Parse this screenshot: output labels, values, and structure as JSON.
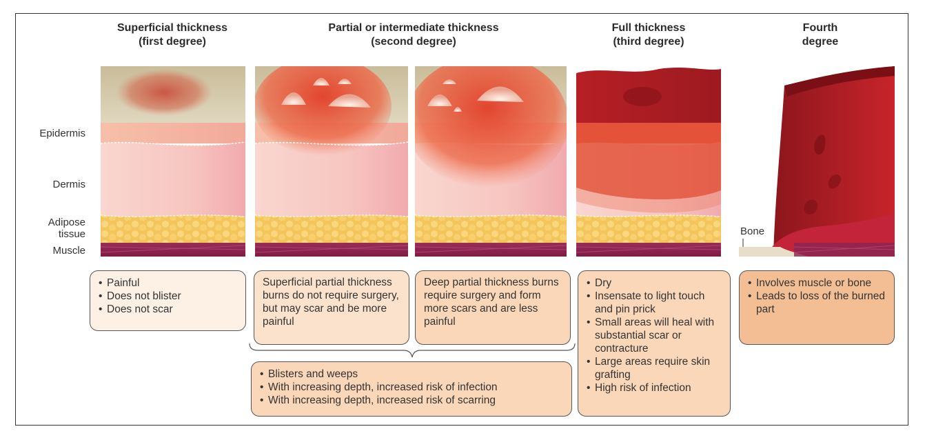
{
  "titles": {
    "superficial": [
      "Superficial thickness",
      "(first degree)"
    ],
    "partial": [
      "Partial or intermediate thickness",
      "(second degree)"
    ],
    "full": [
      "Full thickness",
      "(third degree)"
    ],
    "fourth": [
      "Fourth",
      "degree"
    ]
  },
  "layers": {
    "epidermis": "Epidermis",
    "dermis": "Dermis",
    "adipose": [
      "Adipose",
      "tissue"
    ],
    "muscle": "Muscle",
    "bone": "Bone"
  },
  "boxes": {
    "superficial": [
      "Painful",
      "Does not blister",
      "Does not scar"
    ],
    "superficial_partial": "Superficial partial thickness burns do not require surgery, but may scar and be more painful",
    "deep_partial": "Deep partial thickness burns require surgery and form more scars and are less painful",
    "partial_common": [
      "Blisters and weeps",
      "With increasing depth, increased risk of infection",
      "With increasing depth, increased risk of scarring"
    ],
    "full": [
      "Dry",
      "Insensate to light touch and pin prick",
      "Small areas will heal with substantial scar or contracture",
      "Large areas require skin grafting",
      "High risk of infection"
    ],
    "fourth": [
      "Involves muscle or bone",
      "Leads to loss of the burned part"
    ]
  },
  "colors": {
    "surface": "#cdbf9f",
    "epidermis": "#f4b49a",
    "dermis": "#f7c7c0",
    "adipose": "#f4c65a",
    "muscle": "#8f2350",
    "burn_red": "#c8242b",
    "eschar": "#a11c22"
  }
}
